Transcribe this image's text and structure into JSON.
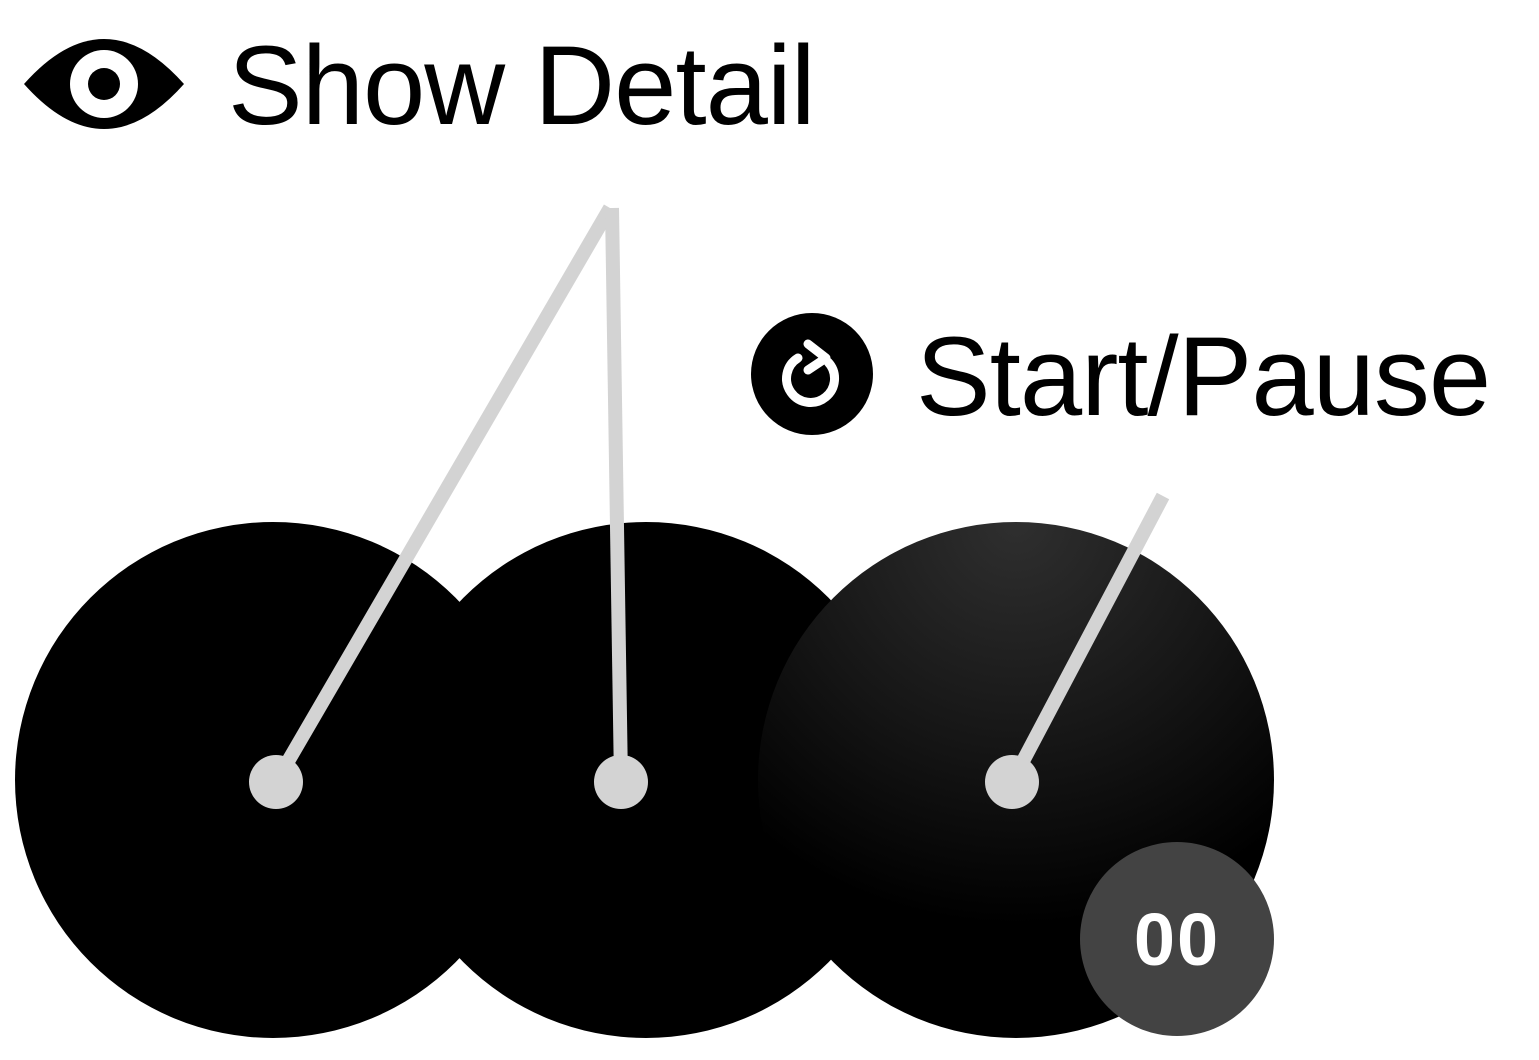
{
  "legend": {
    "show_detail": {
      "label": "Show Detail",
      "icon": "eye-icon"
    },
    "start_pause": {
      "label": "Start/Pause",
      "icon": "rotate-clockwise-icon"
    }
  },
  "buttons": {
    "counter_badge": "00"
  },
  "colors": {
    "label_text": "#000000",
    "circle_fill": "#000000",
    "badge_fill": "#434343",
    "badge_text": "#ffffff",
    "callout_line": "#d3d3d3"
  }
}
